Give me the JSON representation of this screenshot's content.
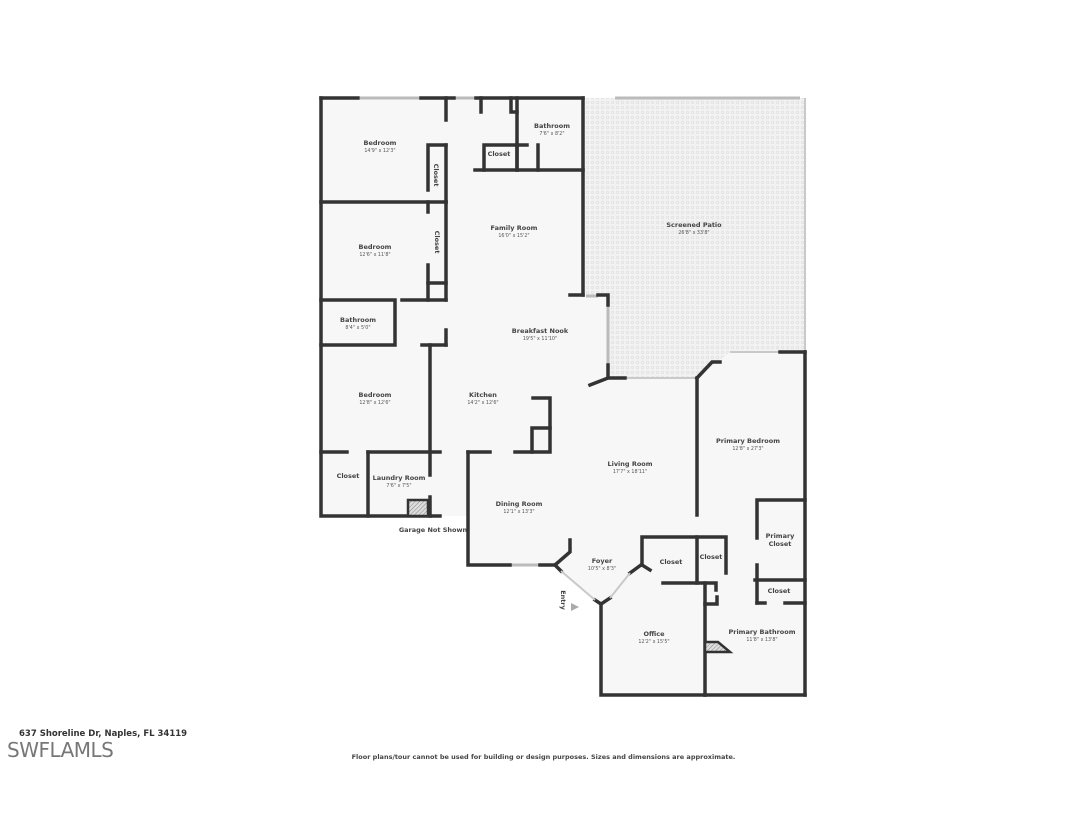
{
  "rooms": {
    "bedroom1": {
      "name": "Bedroom",
      "dim": "14'9\" x 12'3\""
    },
    "closet_b1": {
      "name": "Closet"
    },
    "bathroom_top": {
      "name": "Bathroom",
      "dim": "7'6\" x 8'2\""
    },
    "closet_top": {
      "name": "Closet"
    },
    "bedroom2": {
      "name": "Bedroom",
      "dim": "12'6\" x 11'8\""
    },
    "closet_b2": {
      "name": "Closet"
    },
    "family_room": {
      "name": "Family Room",
      "dim": "16'0\" x 15'2\""
    },
    "screened_patio": {
      "name": "Screened Patio",
      "dim": "26'8\" x 33'8\""
    },
    "bathroom_left": {
      "name": "Bathroom",
      "dim": "8'4\" x 5'0\""
    },
    "breakfast_nook": {
      "name": "Breakfast Nook",
      "dim": "19'5\" x 11'10\""
    },
    "bedroom3": {
      "name": "Bedroom",
      "dim": "12'8\" x 12'6\""
    },
    "kitchen": {
      "name": "Kitchen",
      "dim": "14'2\" x 12'6\""
    },
    "primary_bedroom": {
      "name": "Primary Bedroom",
      "dim": "12'8\" x 27'3\""
    },
    "living_room": {
      "name": "Living Room",
      "dim": "17'7\" x 18'11\""
    },
    "closet_laundry": {
      "name": "Closet"
    },
    "laundry_room": {
      "name": "Laundry Room",
      "dim": "7'6\" x 7'5\""
    },
    "dining_room": {
      "name": "Dining Room",
      "dim": "12'1\" x 13'3\""
    },
    "primary_closet": {
      "name": "Primary",
      "name2": "Closet"
    },
    "closet_foyer": {
      "name": "Closet"
    },
    "closet_pb": {
      "name": "Closet"
    },
    "foyer": {
      "name": "Foyer",
      "dim": "10'5\" x 8'3\""
    },
    "closet_pbath": {
      "name": "Closet"
    },
    "office": {
      "name": "Office",
      "dim": "12'2\" x 15'5\""
    },
    "primary_bathroom": {
      "name": "Primary Bathroom",
      "dim": "11'8\" x 13'8\""
    }
  },
  "labels": {
    "garage": "Garage Not Shown",
    "entry": "Entry"
  },
  "footer": {
    "address": "637 Shoreline Dr, Naples, FL 34119",
    "disclaimer": "Floor plans/tour cannot be used for building or design purposes. Sizes and dimensions are approximate.",
    "watermark": "SWFLAMLS"
  },
  "colors": {
    "wall": "#333333",
    "floor": "#f7f7f7",
    "patio": "#efefef"
  }
}
